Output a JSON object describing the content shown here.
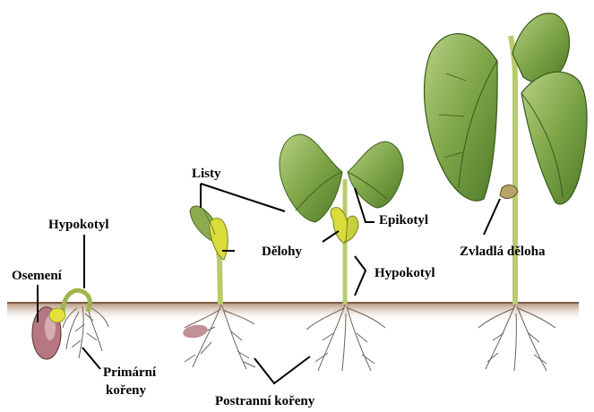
{
  "labels": {
    "osemeni": "Osemení",
    "hypokotyl_1": "Hypokotyl",
    "primarni_koreny_1": "Primární",
    "primarni_koreny_2": "kořeny",
    "listy": "Listy",
    "delohy": "Dělohy",
    "epikotyl": "Epikotyl",
    "hypokotyl_2": "Hypokotyl",
    "zvladla_deloha": "Zvladlá děloha",
    "postranni_koreny": "Postranní kořeny"
  },
  "colors": {
    "soil": "#b28f79",
    "soil_dark": "#8c6b57",
    "stem": "#c8d77a",
    "leaf": "#6f9a3d",
    "leaf_light": "#a8c46a",
    "seed_coat": "#b87b85",
    "cotyledon": "#d8dd3a",
    "root": "#7a6a5c"
  }
}
